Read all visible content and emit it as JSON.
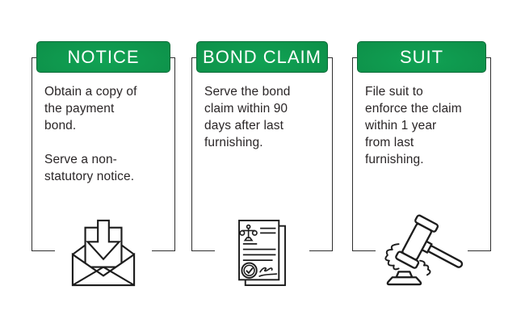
{
  "page": {
    "background": "#ffffff"
  },
  "colors": {
    "page_bg": "#ffffff",
    "banner_gradient_center": "#10a254",
    "banner_gradient_mid": "#0e9049",
    "banner_gradient_edge": "#0f6f3a",
    "banner_border": "#0b6b38",
    "banner_text": "#ffffff",
    "box_border": "#2f2f2f",
    "text": "#2a2627",
    "icon_stroke": "#1d1d1d"
  },
  "cards": [
    {
      "id": "notice",
      "title": "NOTICE",
      "body": "Obtain a copy of\nthe payment\nbond.\n\nServe a non-\nstatutory notice.",
      "icon": "envelope-download-icon"
    },
    {
      "id": "bond-claim",
      "title": "BOND CLAIM",
      "body": "Serve the bond\nclaim within 90\ndays after last\nfurnishing.",
      "icon": "legal-document-icon"
    },
    {
      "id": "suit",
      "title": "SUIT",
      "body": "File suit to\nenforce the claim\nwithin 1 year\nfrom last\nfurnishing.",
      "icon": "gavel-icon"
    }
  ]
}
